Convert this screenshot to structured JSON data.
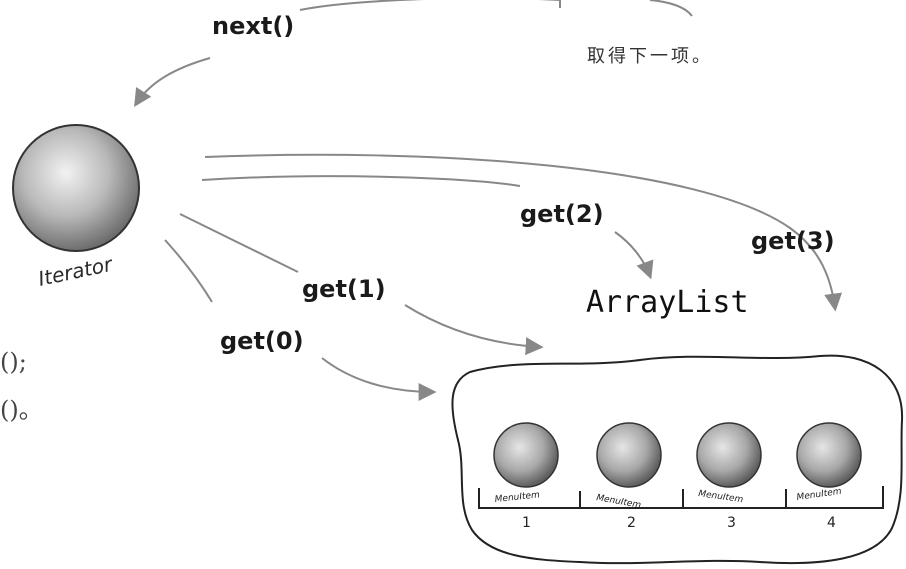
{
  "labels": {
    "next": "next()",
    "next_note": "取得下一项。",
    "iterator": "Iterator",
    "arraylist": "ArrayList",
    "get0": "get(0)",
    "get1": "get(1)",
    "get2": "get(2)",
    "get3": "get(3)"
  },
  "left_fragments": [
    "();",
    "()。"
  ],
  "items": [
    {
      "label": "MenuItem",
      "index": "1"
    },
    {
      "label": "MenuItem",
      "index": "2"
    },
    {
      "label": "MenuItem",
      "index": "3"
    },
    {
      "label": "MenuItem",
      "index": "4"
    }
  ]
}
